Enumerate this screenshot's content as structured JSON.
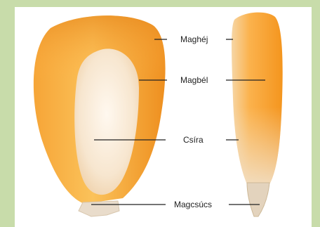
{
  "labels": {
    "seed_coat": "Maghéj",
    "endosperm": "Magbél",
    "germ": "Csíra",
    "tip_cap": "Magcsúcs"
  },
  "colors": {
    "background_border": "#c8dcaa",
    "kernel_orange": "#f29a2a",
    "kernel_light": "#ffd27a",
    "germ_cream": "#f8ead8",
    "tip_cap": "#e9dccb",
    "leader_line": "#222222"
  }
}
